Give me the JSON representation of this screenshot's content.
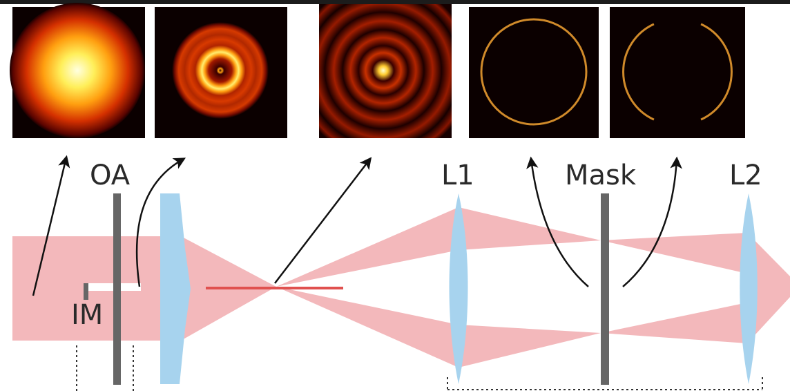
{
  "labels": {
    "oa": "OA",
    "im": "IM",
    "l1": "L1",
    "mask": "Mask",
    "l2": "L2"
  },
  "panels": [
    {
      "name": "gaussian-spot-panel",
      "pattern": "gaussian-spot"
    },
    {
      "name": "ring-with-center-panel",
      "pattern": "ring-with-center-dot"
    },
    {
      "name": "bessel-pattern-panel",
      "pattern": "bessel-concentric-rings"
    },
    {
      "name": "thin-ring-panel",
      "pattern": "thin-ring"
    },
    {
      "name": "masked-ring-panel",
      "pattern": "thin-ring-with-gaps"
    }
  ],
  "colors": {
    "beam": "#f3b8bb",
    "lens": "#a7d3ee",
    "bar": "#666666",
    "focal_line": "#e0514f",
    "panel_bg": "#0b0000",
    "arrow": "#111111"
  }
}
